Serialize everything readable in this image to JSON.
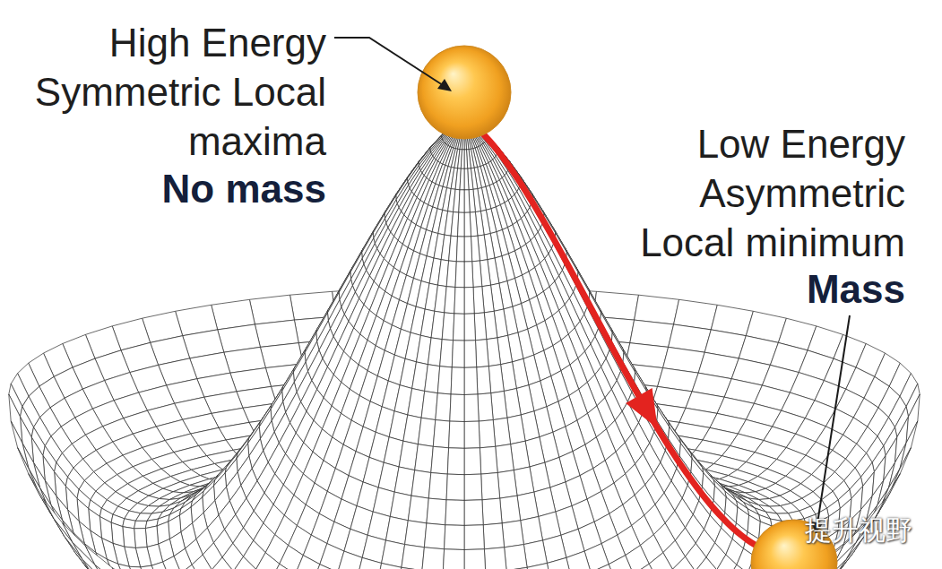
{
  "diagram": {
    "labels": [
      "High Energy Symmetric Local maxima",
      "No mass",
      "Low Energy Asymmetric Local minimum",
      "Mass",
      "提升视野"
    ]
  }
}
